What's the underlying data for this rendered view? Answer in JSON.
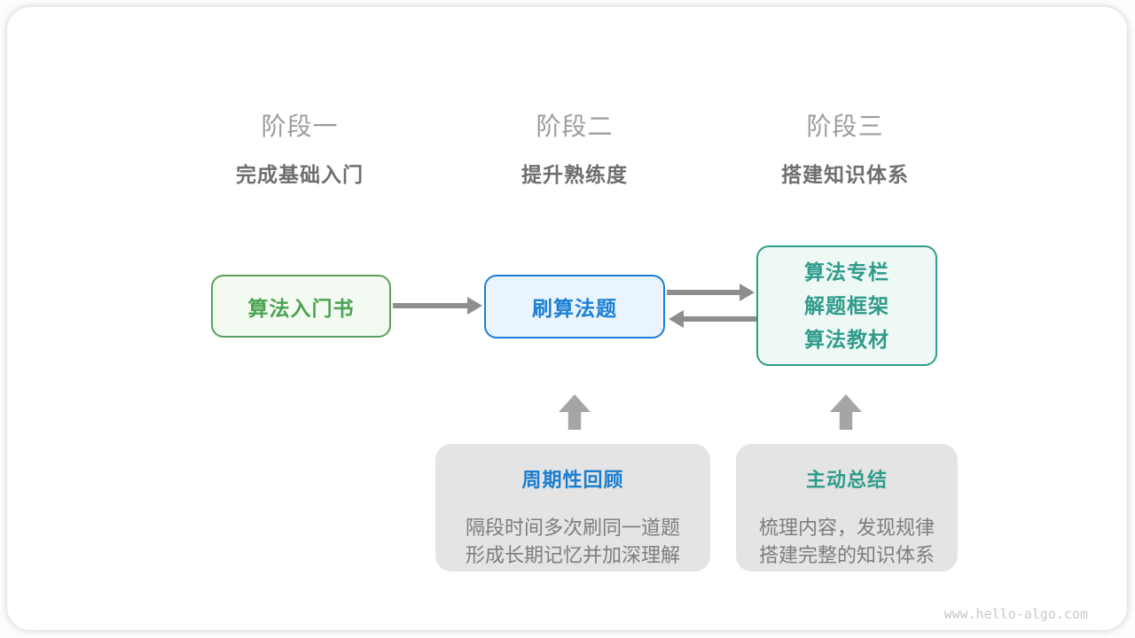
{
  "page": {
    "watermark": "www.hello-algo.com"
  },
  "stages": [
    {
      "label": "阶段一",
      "subtitle": "完成基础入门"
    },
    {
      "label": "阶段二",
      "subtitle": "提升熟练度"
    },
    {
      "label": "阶段三",
      "subtitle": "搭建知识体系"
    }
  ],
  "nodes": {
    "book": {
      "label": "算法入门书"
    },
    "practice": {
      "label": "刷算法题"
    },
    "resources": {
      "lines": [
        "算法专栏",
        "解题框架",
        "算法教材"
      ]
    }
  },
  "notes": [
    {
      "title": "周期性回顾",
      "lines": [
        "隔段时间多次刷同一道题",
        "形成长期记忆并加深理解"
      ]
    },
    {
      "title": "主动总结",
      "lines": [
        "梳理内容，发现规律",
        "搭建完整的知识体系"
      ]
    }
  ],
  "colors": {
    "node_book_border": "#5ba15c",
    "node_book_text": "#4aa351",
    "node_book_bg": "#f3faf1",
    "node_practice_border": "#1b7fd6",
    "node_practice_bg": "#e9f4fd",
    "node_resources_border": "#2f9c8b",
    "node_resources_bg": "#eef8f4",
    "note_bg": "#e4e4e4",
    "note_title_blue": "#1a7ed0",
    "note_title_teal": "#2f9c8b",
    "arrow_gray": "#8e8e8e",
    "block_arrow_gray": "#a5a5a5",
    "stage_label_gray": "#9c9c9c",
    "stage_subtitle_gray": "#6e6e6e",
    "body_text_gray": "#7d7d7d",
    "watermark_gray": "#c8c8c8"
  }
}
